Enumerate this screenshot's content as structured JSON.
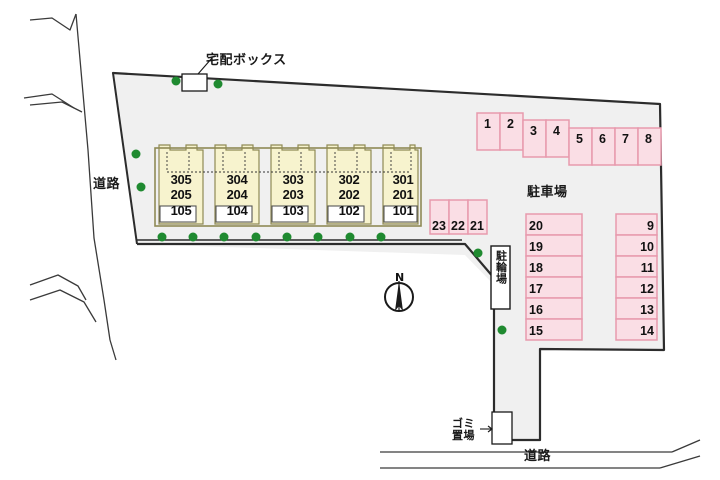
{
  "site": {
    "north_marker": "N",
    "parking_title": "駐車場",
    "bike_parking_label": "駐輪場",
    "delivery_box_label": "宅配ボックス",
    "garbage_label": "ゴミ\n置場",
    "garbage_line1": "ゴミ",
    "garbage_line2": "置場"
  },
  "roads": [
    {
      "id": "road-left",
      "label": "道路"
    },
    {
      "id": "road-bottom",
      "label": "道路"
    }
  ],
  "building": {
    "units": [
      {
        "id": "unit-305",
        "floors": [
          "305",
          "205",
          "105"
        ]
      },
      {
        "id": "unit-304",
        "floors": [
          "304",
          "204",
          "104"
        ]
      },
      {
        "id": "unit-303",
        "floors": [
          "303",
          "203",
          "103"
        ]
      },
      {
        "id": "unit-302",
        "floors": [
          "302",
          "202",
          "102"
        ]
      },
      {
        "id": "unit-301",
        "floors": [
          "301",
          "201",
          "101"
        ]
      }
    ]
  },
  "parking": {
    "top_row": [
      "1",
      "2",
      "3",
      "4",
      "5",
      "6",
      "7",
      "8"
    ],
    "mid_row": [
      "23",
      "22",
      "21"
    ],
    "left_column": [
      "20",
      "19",
      "18",
      "17",
      "16",
      "15"
    ],
    "right_column": [
      "9",
      "10",
      "11",
      "12",
      "13",
      "14"
    ]
  },
  "colors": {
    "site_fill": "#f0f0f0",
    "building_fill": "#f7f3ce",
    "building_stroke": "#8f8a55",
    "stall_fill": "#fadee5",
    "stall_stroke": "#e79aad",
    "boundary_stroke": "#3a3a3a",
    "marker_green": "#1f8a30",
    "text": "#111111"
  }
}
